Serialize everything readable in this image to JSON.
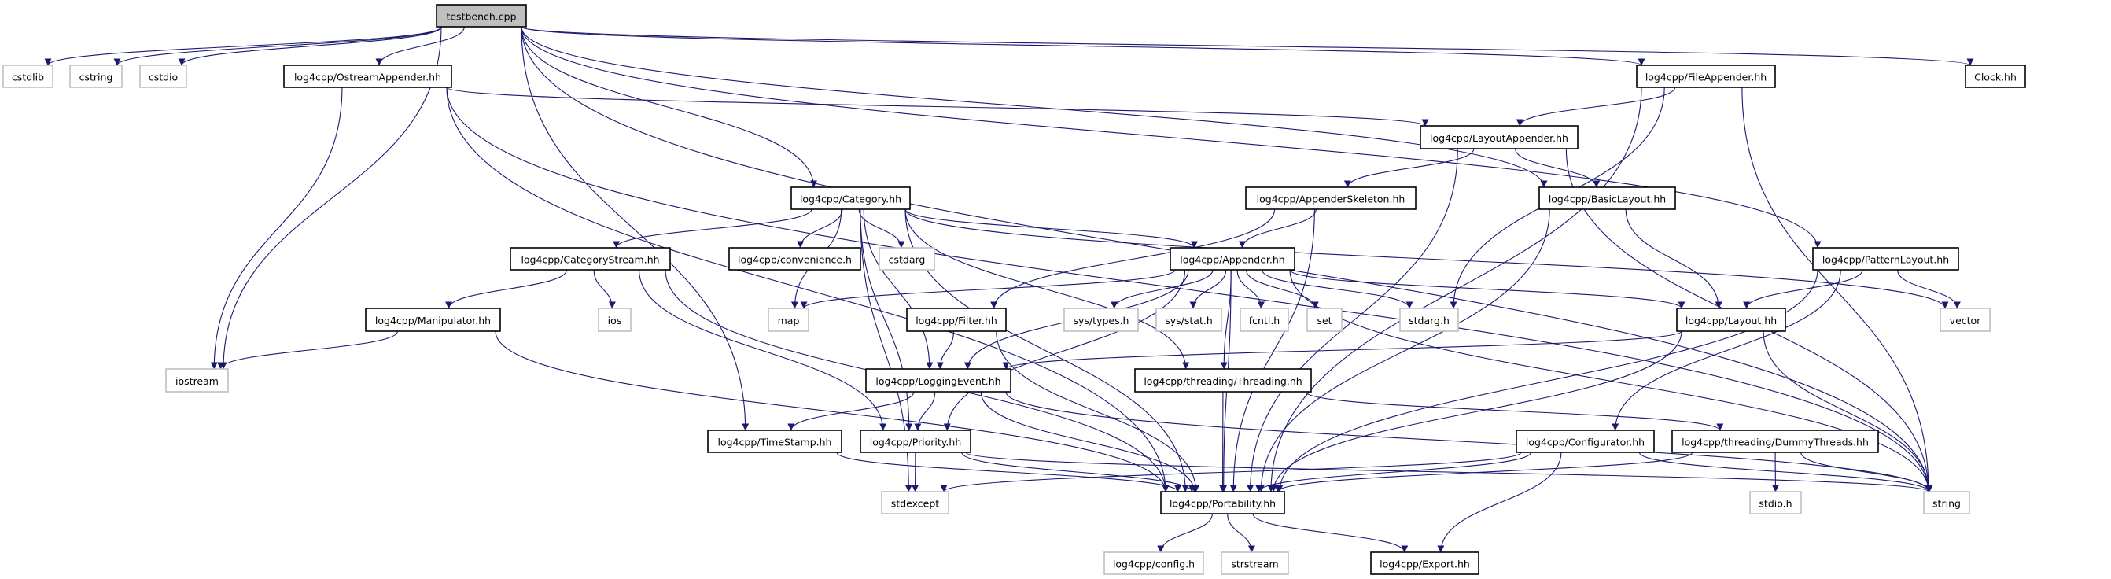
{
  "graph": {
    "title": "Include dependency graph for testbench.cpp",
    "edge_color": "#191970",
    "root_fill": "#bfbfbf",
    "system_border": "#bfbfbf",
    "project_border": "#000000",
    "nodes": [
      {
        "id": "testbench",
        "label": "testbench.cpp",
        "kind": "root"
      },
      {
        "id": "cstdlib",
        "label": "cstdlib",
        "kind": "system"
      },
      {
        "id": "cstring",
        "label": "cstring",
        "kind": "system"
      },
      {
        "id": "cstdio",
        "label": "cstdio",
        "kind": "system"
      },
      {
        "id": "ostream_app",
        "label": "log4cpp/OstreamAppender.hh",
        "kind": "project"
      },
      {
        "id": "file_app",
        "label": "log4cpp/FileAppender.hh",
        "kind": "project"
      },
      {
        "id": "clock",
        "label": "Clock.hh",
        "kind": "project"
      },
      {
        "id": "layout_app",
        "label": "log4cpp/LayoutAppender.hh",
        "kind": "project"
      },
      {
        "id": "category",
        "label": "log4cpp/Category.hh",
        "kind": "project"
      },
      {
        "id": "app_skel",
        "label": "log4cpp/AppenderSkeleton.hh",
        "kind": "project"
      },
      {
        "id": "basic_layout",
        "label": "log4cpp/BasicLayout.hh",
        "kind": "project"
      },
      {
        "id": "cat_stream",
        "label": "log4cpp/CategoryStream.hh",
        "kind": "project"
      },
      {
        "id": "convenience",
        "label": "log4cpp/convenience.h",
        "kind": "project"
      },
      {
        "id": "cstdarg",
        "label": "cstdarg",
        "kind": "system"
      },
      {
        "id": "appender",
        "label": "log4cpp/Appender.hh",
        "kind": "project"
      },
      {
        "id": "pattern_layout",
        "label": "log4cpp/PatternLayout.hh",
        "kind": "project"
      },
      {
        "id": "manipulator",
        "label": "log4cpp/Manipulator.hh",
        "kind": "project"
      },
      {
        "id": "ios",
        "label": "ios",
        "kind": "system"
      },
      {
        "id": "map",
        "label": "map",
        "kind": "system"
      },
      {
        "id": "filter",
        "label": "log4cpp/Filter.hh",
        "kind": "project"
      },
      {
        "id": "sys_types",
        "label": "sys/types.h",
        "kind": "system"
      },
      {
        "id": "sys_stat",
        "label": "sys/stat.h",
        "kind": "system"
      },
      {
        "id": "fcntl",
        "label": "fcntl.h",
        "kind": "system"
      },
      {
        "id": "set",
        "label": "set",
        "kind": "system"
      },
      {
        "id": "stdarg",
        "label": "stdarg.h",
        "kind": "system"
      },
      {
        "id": "layout",
        "label": "log4cpp/Layout.hh",
        "kind": "project"
      },
      {
        "id": "vector",
        "label": "vector",
        "kind": "system"
      },
      {
        "id": "iostream",
        "label": "iostream",
        "kind": "system"
      },
      {
        "id": "logging_event",
        "label": "log4cpp/LoggingEvent.hh",
        "kind": "project"
      },
      {
        "id": "threading",
        "label": "log4cpp/threading/Threading.hh",
        "kind": "project"
      },
      {
        "id": "timestamp",
        "label": "log4cpp/TimeStamp.hh",
        "kind": "project"
      },
      {
        "id": "priority",
        "label": "log4cpp/Priority.hh",
        "kind": "project"
      },
      {
        "id": "configurator",
        "label": "log4cpp/Configurator.hh",
        "kind": "project"
      },
      {
        "id": "dummy",
        "label": "log4cpp/threading/DummyThreads.hh",
        "kind": "project"
      },
      {
        "id": "stdexcept",
        "label": "stdexcept",
        "kind": "system"
      },
      {
        "id": "portability",
        "label": "log4cpp/Portability.hh",
        "kind": "project"
      },
      {
        "id": "stdio",
        "label": "stdio.h",
        "kind": "system"
      },
      {
        "id": "string",
        "label": "string",
        "kind": "system"
      },
      {
        "id": "config",
        "label": "log4cpp/config.h",
        "kind": "system"
      },
      {
        "id": "strstream",
        "label": "strstream",
        "kind": "system"
      },
      {
        "id": "export",
        "label": "log4cpp/Export.hh",
        "kind": "project"
      }
    ],
    "edges": [
      [
        "testbench",
        "cstdlib"
      ],
      [
        "testbench",
        "cstring"
      ],
      [
        "testbench",
        "cstdio"
      ],
      [
        "testbench",
        "iostream"
      ],
      [
        "testbench",
        "ostream_app"
      ],
      [
        "testbench",
        "category"
      ],
      [
        "testbench",
        "timestamp"
      ],
      [
        "testbench",
        "file_app"
      ],
      [
        "testbench",
        "clock"
      ],
      [
        "testbench",
        "basic_layout"
      ],
      [
        "testbench",
        "pattern_layout"
      ],
      [
        "testbench",
        "string"
      ],
      [
        "ostream_app",
        "iostream"
      ],
      [
        "ostream_app",
        "portability"
      ],
      [
        "ostream_app",
        "layout_app"
      ],
      [
        "ostream_app",
        "string"
      ],
      [
        "file_app",
        "layout_app"
      ],
      [
        "file_app",
        "stdarg"
      ],
      [
        "file_app",
        "portability"
      ],
      [
        "file_app",
        "string"
      ],
      [
        "layout_app",
        "app_skel"
      ],
      [
        "layout_app",
        "basic_layout"
      ],
      [
        "layout_app",
        "portability"
      ],
      [
        "layout_app",
        "string"
      ],
      [
        "app_skel",
        "appender"
      ],
      [
        "app_skel",
        "filter"
      ],
      [
        "app_skel",
        "portability"
      ],
      [
        "basic_layout",
        "layout"
      ],
      [
        "basic_layout",
        "portability"
      ],
      [
        "pattern_layout",
        "layout"
      ],
      [
        "pattern_layout",
        "vector"
      ],
      [
        "pattern_layout",
        "configurator"
      ],
      [
        "pattern_layout",
        "portability"
      ],
      [
        "category",
        "cat_stream"
      ],
      [
        "category",
        "convenience"
      ],
      [
        "category",
        "cstdarg"
      ],
      [
        "category",
        "appender"
      ],
      [
        "category",
        "map"
      ],
      [
        "category",
        "logging_event"
      ],
      [
        "category",
        "priority"
      ],
      [
        "category",
        "portability"
      ],
      [
        "category",
        "stdexcept"
      ],
      [
        "category",
        "vector"
      ],
      [
        "category",
        "threading"
      ],
      [
        "cat_stream",
        "manipulator"
      ],
      [
        "cat_stream",
        "ios"
      ],
      [
        "cat_stream",
        "priority"
      ],
      [
        "cat_stream",
        "portability"
      ],
      [
        "manipulator",
        "iostream"
      ],
      [
        "manipulator",
        "portability"
      ],
      [
        "appender",
        "map"
      ],
      [
        "appender",
        "logging_event"
      ],
      [
        "appender",
        "priority"
      ],
      [
        "appender",
        "portability"
      ],
      [
        "appender",
        "sys_types"
      ],
      [
        "appender",
        "sys_stat"
      ],
      [
        "appender",
        "fcntl"
      ],
      [
        "appender",
        "set"
      ],
      [
        "appender",
        "stdarg"
      ],
      [
        "appender",
        "threading"
      ],
      [
        "appender",
        "layout"
      ],
      [
        "appender",
        "string"
      ],
      [
        "filter",
        "logging_event"
      ],
      [
        "filter",
        "portability"
      ],
      [
        "layout",
        "logging_event"
      ],
      [
        "layout",
        "portability"
      ],
      [
        "layout",
        "string"
      ],
      [
        "logging_event",
        "timestamp"
      ],
      [
        "logging_event",
        "priority"
      ],
      [
        "logging_event",
        "portability"
      ],
      [
        "logging_event",
        "string"
      ],
      [
        "threading",
        "portability"
      ],
      [
        "threading",
        "dummy"
      ],
      [
        "timestamp",
        "portability"
      ],
      [
        "priority",
        "stdexcept"
      ],
      [
        "priority",
        "portability"
      ],
      [
        "priority",
        "string"
      ],
      [
        "configurator",
        "portability"
      ],
      [
        "configurator",
        "export"
      ],
      [
        "configurator",
        "stdexcept"
      ],
      [
        "configurator",
        "string"
      ],
      [
        "dummy",
        "stdio"
      ],
      [
        "dummy",
        "string"
      ],
      [
        "dummy",
        "portability"
      ],
      [
        "portability",
        "config"
      ],
      [
        "portability",
        "strstream"
      ],
      [
        "portability",
        "export"
      ]
    ]
  }
}
